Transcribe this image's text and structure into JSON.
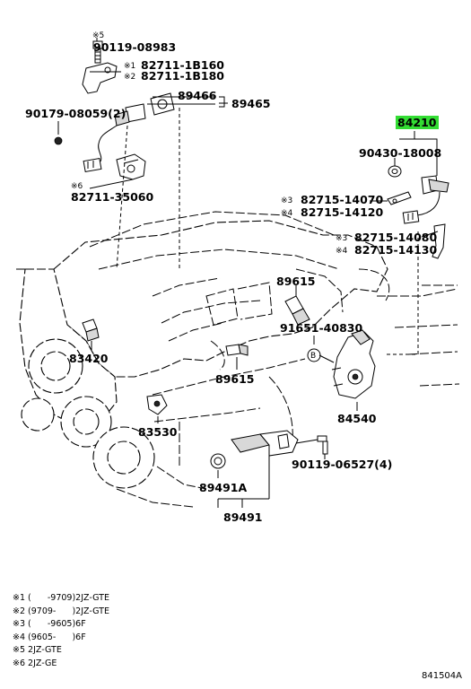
{
  "parts": {
    "p90119_08983": {
      "marker": "※5",
      "number": "90119-08983"
    },
    "p82711_1b160": {
      "marker": "※1",
      "number": "82711-1B160"
    },
    "p82711_1b180": {
      "marker": "※2",
      "number": "82711-1B180"
    },
    "p89466": {
      "number": "89466"
    },
    "p89465": {
      "number": "89465"
    },
    "p90179_08059": {
      "number": "90179-08059",
      "qty": "(2)"
    },
    "p82711_35060": {
      "marker": "※6",
      "number": "82711-35060"
    },
    "p84210": {
      "number": "84210"
    },
    "p90430_18008": {
      "number": "90430-18008"
    },
    "p82715_14070": {
      "marker": "※3",
      "number": "82715-14070"
    },
    "p82715_14120": {
      "marker": "※4",
      "number": "82715-14120"
    },
    "p82715_14080": {
      "marker": "※3",
      "number": "82715-14080"
    },
    "p82715_14130": {
      "marker": "※4",
      "number": "82715-14130"
    },
    "p89615_a": {
      "number": "89615"
    },
    "p91651_40830": {
      "number": "91651-40830"
    },
    "p83420": {
      "number": "83420"
    },
    "p89615_b": {
      "number": "89615"
    },
    "p84540": {
      "number": "84540"
    },
    "p83530": {
      "number": "83530"
    },
    "p90119_06527": {
      "number": "90119-06527",
      "qty": "(4)"
    },
    "p89491a": {
      "number": "89491A"
    },
    "p89491": {
      "number": "89491"
    }
  },
  "callout_b": "B",
  "highlight_color": "#33dd33",
  "notes": [
    {
      "marker": "※1",
      "text": "(      -9709)2JZ-GTE"
    },
    {
      "marker": "※2",
      "text": "(9709-      )2JZ-GTE"
    },
    {
      "marker": "※3",
      "text": "(      -9605)6F"
    },
    {
      "marker": "※4",
      "text": "(9605-      )6F"
    },
    {
      "marker": "※5",
      "text": "2JZ-GTE"
    },
    {
      "marker": "※6",
      "text": "2JZ-GE"
    }
  ],
  "figure_code": "841504A"
}
